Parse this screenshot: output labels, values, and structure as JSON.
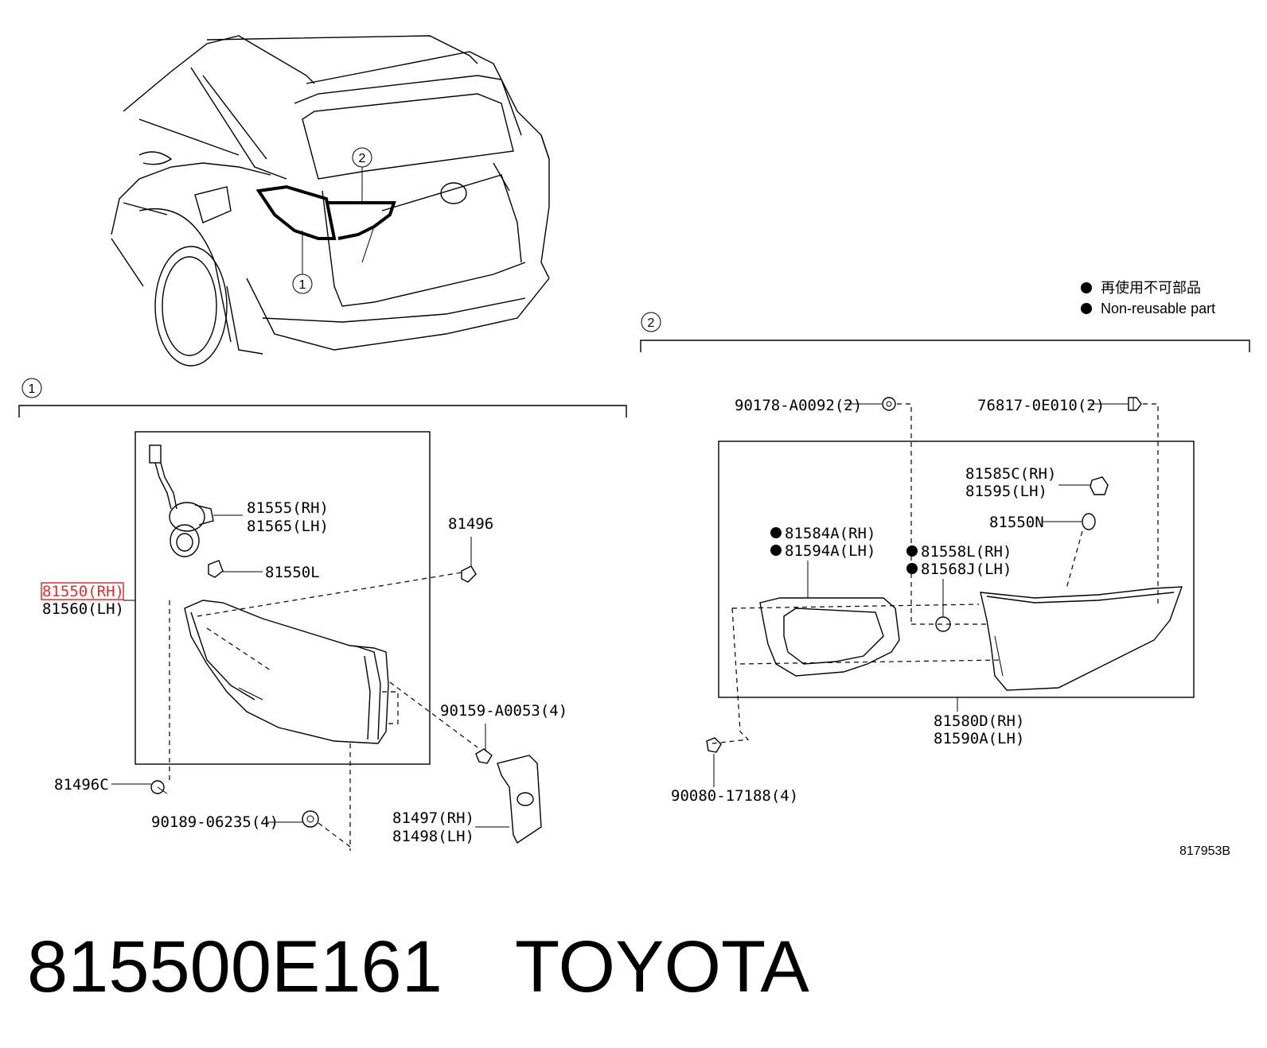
{
  "callouts": {
    "one": "1",
    "two": "2"
  },
  "legend": {
    "jp": "再使用不可部品",
    "en": "Non-reusable part"
  },
  "section1": {
    "p81555": "81555(RH)",
    "p81565": "81565(LH)",
    "p81496": "81496",
    "p81550L": "81550L",
    "p81550rh": "81550(RH)",
    "p81560lh": "81560(LH)",
    "p90159": "90159-A0053(4)",
    "p81496C": "81496C",
    "p90189": "90189-06235(4)",
    "p81497": "81497(RH)",
    "p81498": "81498(LH)"
  },
  "section2": {
    "p90178": "90178-A0092(2)",
    "p76817": "76817-0E010(2)",
    "p81585C": "81585C(RH)",
    "p81595": "81595(LH)",
    "p81550N": "81550N",
    "p81584A": "81584A(RH)",
    "p81594A": "81594A(LH)",
    "p81558L": "81558L(RH)",
    "p81568J": "81568J(LH)",
    "p81580D": "81580D(RH)",
    "p81590A": "81590A(LH)",
    "p90080": "90080-17188(4)"
  },
  "diagram_id": "817953B",
  "footer": {
    "part_number": "815500E161",
    "brand": "TOYOTA"
  },
  "highlight_color": "#e03030"
}
